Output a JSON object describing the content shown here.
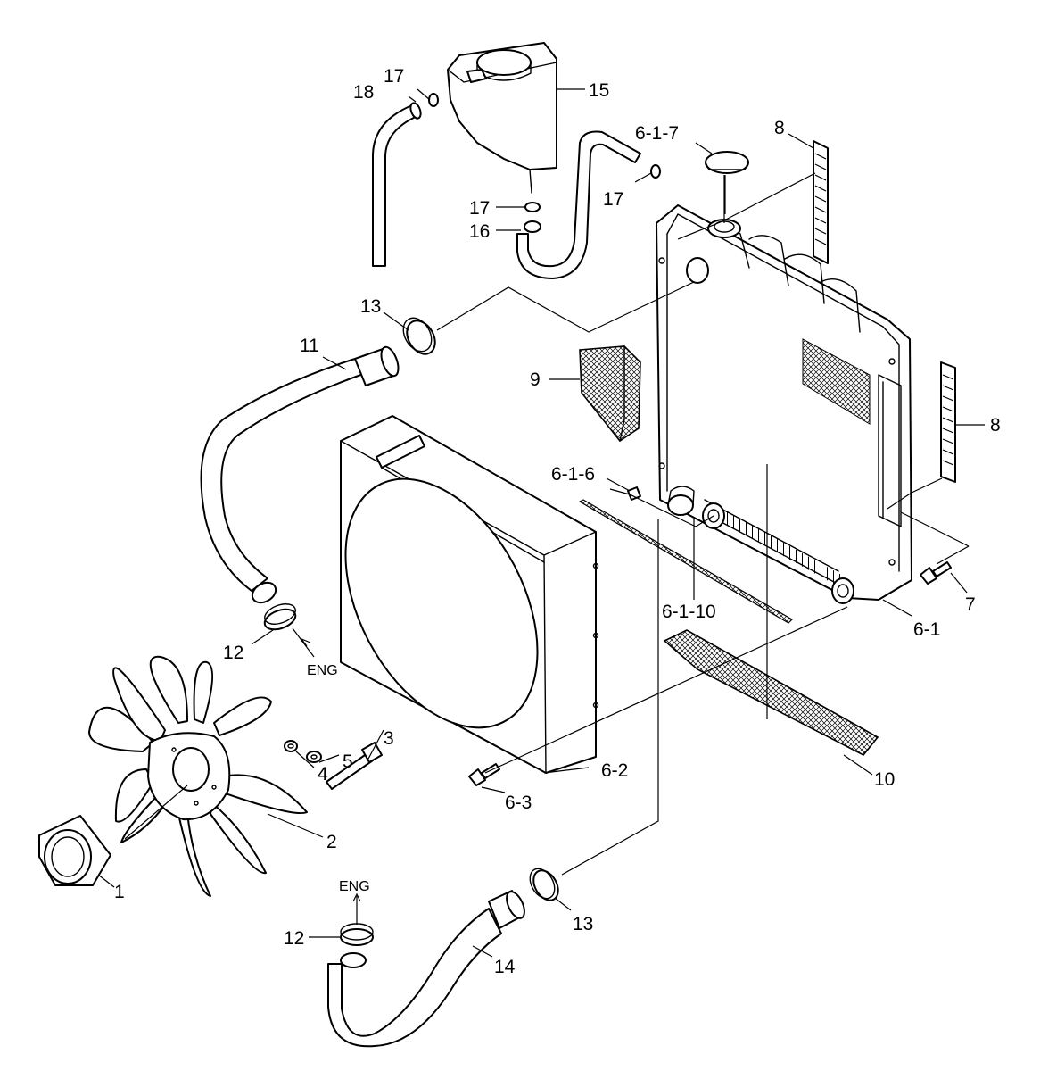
{
  "callouts": {
    "c1": "1",
    "c2": "2",
    "c3": "3",
    "c4": "4",
    "c5": "5",
    "c6_1": "6-1",
    "c6_1_6": "6-1-6",
    "c6_1_7": "6-1-7",
    "c6_1_10": "6-1-10",
    "c6_2": "6-2",
    "c6_3": "6-3",
    "c7": "7",
    "c8_top": "8",
    "c8_right": "8",
    "c9": "9",
    "c10": "10",
    "c11": "11",
    "c12_upper": "12",
    "c12_lower": "12",
    "c13_upper": "13",
    "c13_lower": "13",
    "c14": "14",
    "c15": "15",
    "c16": "16",
    "c17_top": "17",
    "c17_mid": "17",
    "c17_right": "17",
    "c18": "18"
  },
  "eng_labels": {
    "upper": "ENG",
    "lower": "ENG"
  },
  "colors": {
    "line": "#000000",
    "background": "#ffffff",
    "pad_fill": "#cfcfcf"
  }
}
